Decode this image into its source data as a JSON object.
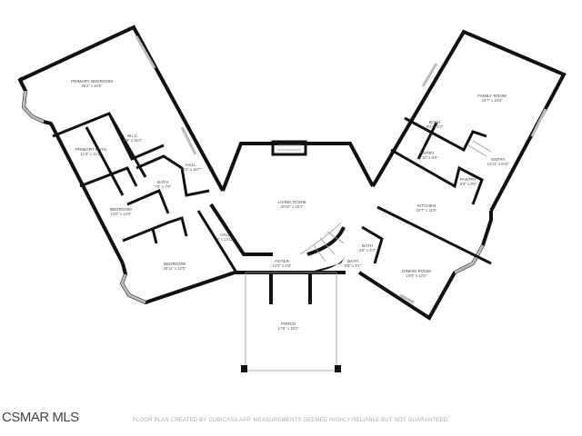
{
  "rooms": [
    {
      "name": "PRIMARY BEDROOM",
      "dims": "25'4\" x 20'8\""
    },
    {
      "name": "W.I.C.",
      "dims": "8'0\" x 15'0\""
    },
    {
      "name": "PRIMARY BATH",
      "dims": "11'3\" x 12'1\""
    },
    {
      "name": "HALL",
      "dims": "12'2\" x 18'7\""
    },
    {
      "name": "BATH",
      "dims": "7'8\" x 7'9\""
    },
    {
      "name": "BEDROOM",
      "dims": "13'0\" x 13'8\""
    },
    {
      "name": "HALL",
      "dims": "7' x 14'11\""
    },
    {
      "name": "BEDROOM",
      "dims": "20'11\" x 13'5\""
    },
    {
      "name": "LIVING ROOM",
      "dims": "30'10\" x 20'4\""
    },
    {
      "name": "FOYER",
      "dims": "13'0\" x 4'8\""
    },
    {
      "name": "PORCH",
      "dims": "17'8\" x 19'2\""
    },
    {
      "name": "FAMILY ROOM",
      "dims": "23'7\" x 18'8\""
    },
    {
      "name": "BATH",
      "dims": "9'3\" x 5'3\""
    },
    {
      "name": "ENTRY",
      "dims": "12'10\" x 8'5\""
    },
    {
      "name": "ENTRY",
      "dims": "13'11\" x 8'11\""
    },
    {
      "name": "PANTRY",
      "dims": "6'8\" x 8'5\""
    },
    {
      "name": "KITCHEN",
      "dims": "23'7\" x 11'6\""
    },
    {
      "name": "BATH",
      "dims": "4'8\" x 4'0\""
    },
    {
      "name": "BATH",
      "dims": "5'8\" x 3'1\""
    },
    {
      "name": "DINING ROOM",
      "dims": "18'8\" x 13'3\""
    }
  ],
  "watermark": "CSMAR MLS",
  "disclaimer": "FLOOR PLAN CREATED BY CUBICASA APP. MEASUREMENTS DEEMED HIGHLY RELIABLE BUT NOT GUARANTEED."
}
